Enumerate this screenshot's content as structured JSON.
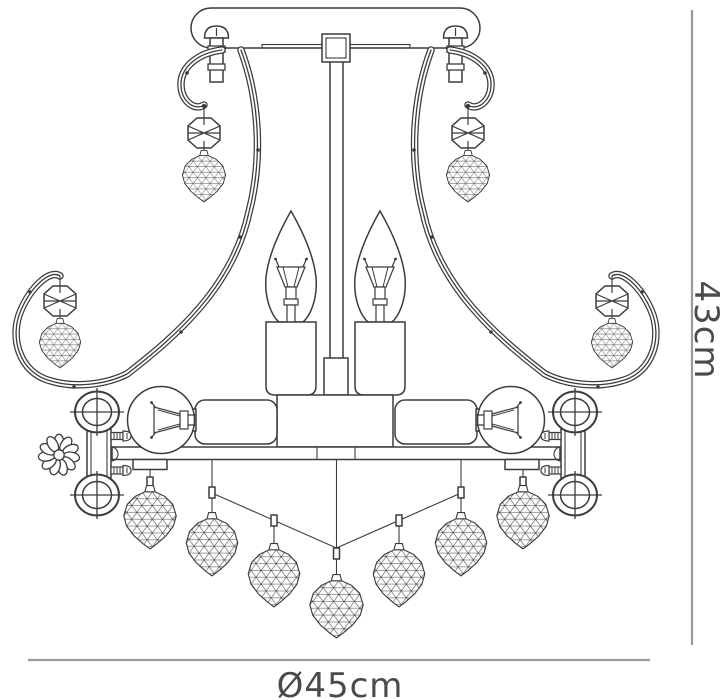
{
  "title": "Chandelier technical dimension drawing",
  "dimensions": {
    "height_label": "43cm",
    "diameter_label": "Ø45cm"
  },
  "drawing": {
    "subject": "semi-flush chandelier with scroll arms and faceted crystal drops",
    "pendant_crystal_count": 7,
    "arm_crystal_count": 4,
    "candle_bulb_count": 2,
    "side_globe_count": 2
  },
  "colors": {
    "line": "#3c3c3c",
    "dimension_line": "#9a9a9a",
    "label_text": "#4a4a4a",
    "background": "#ffffff"
  }
}
